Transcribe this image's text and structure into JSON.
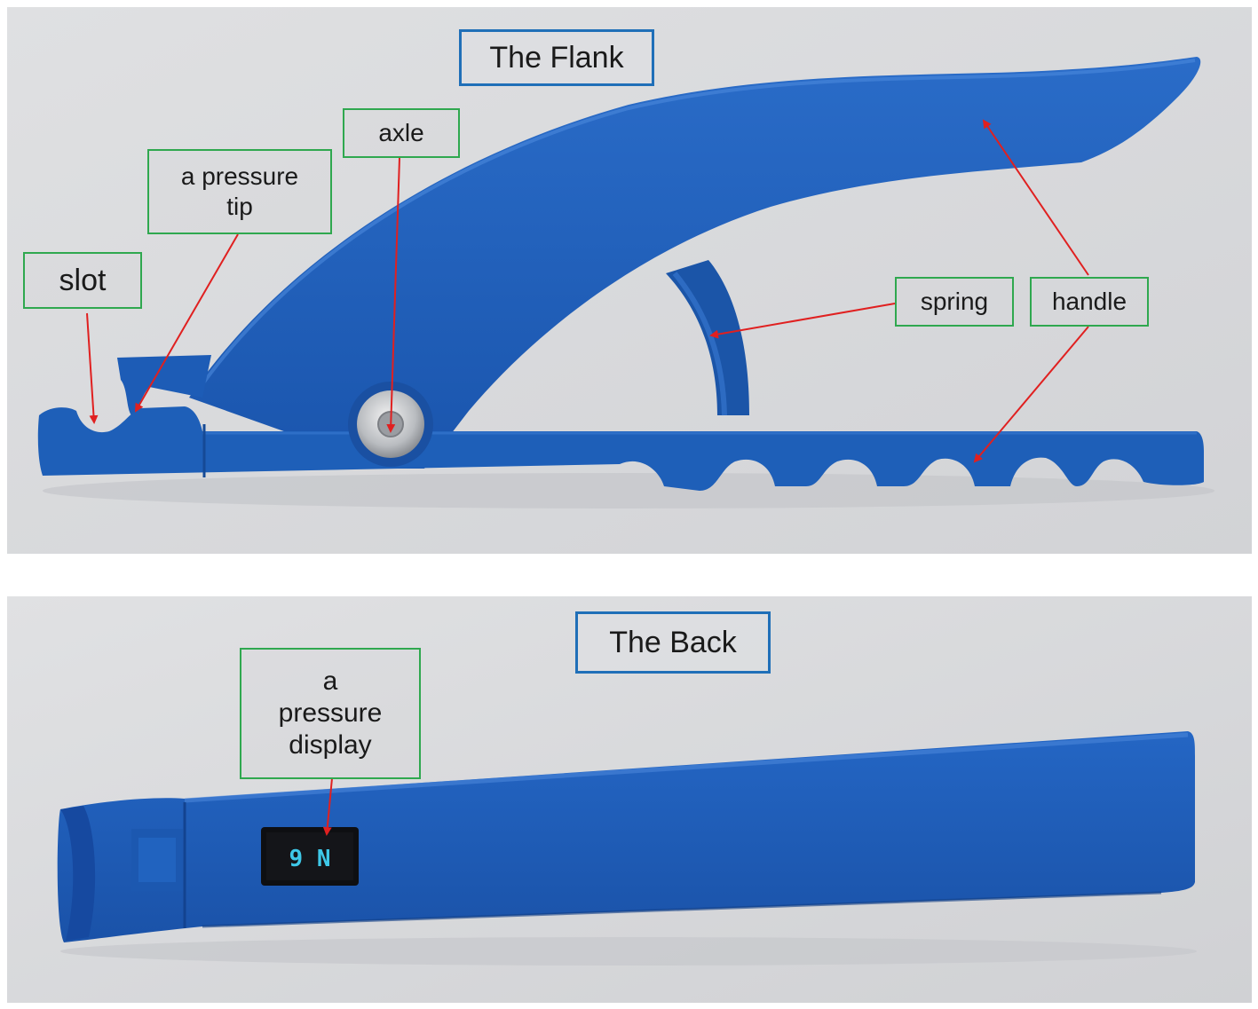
{
  "colors": {
    "tool_blue": "#1e5fb8",
    "tool_blue_dark": "#1648a0",
    "arrow_red": "#e02020",
    "label_green": "#2fa84f",
    "title_blue": "#1f6fb8",
    "lcd_text": "#3ec8e8"
  },
  "flank": {
    "title": "The Flank",
    "labels": {
      "slot": "slot",
      "pressure_tip": "a pressure tip",
      "axle": "axle",
      "spring": "spring",
      "handle": "handle"
    }
  },
  "back": {
    "title": "The Back",
    "labels": {
      "pressure_display": "a pressure display"
    },
    "display_reading": "9 N"
  }
}
